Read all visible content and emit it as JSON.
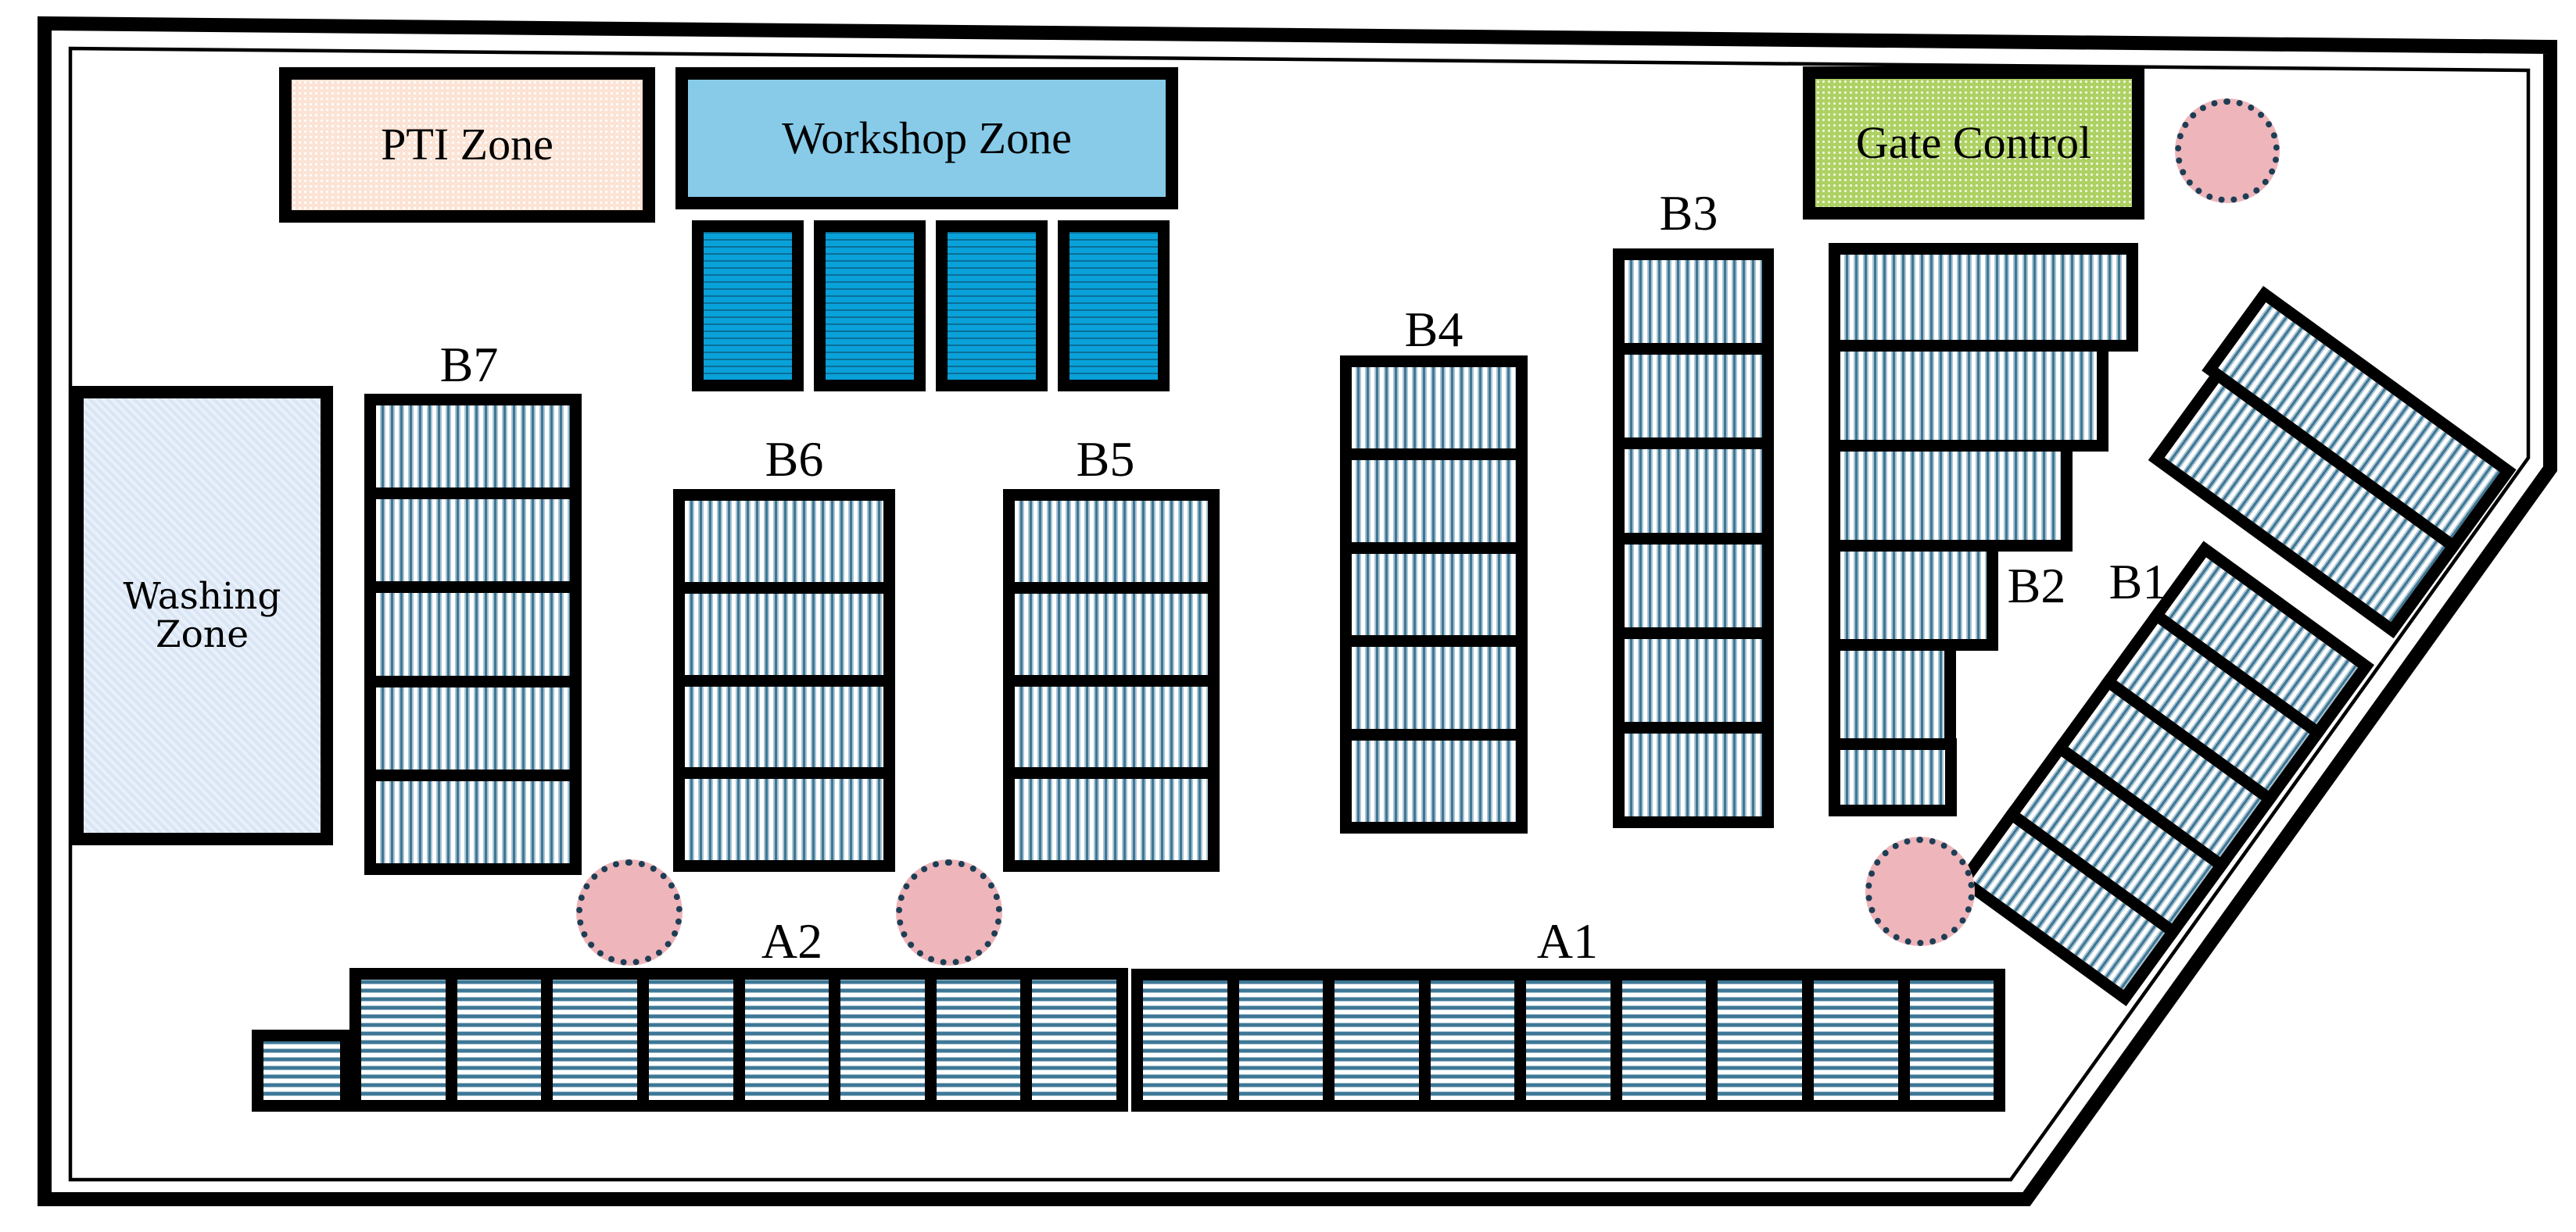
{
  "zones": {
    "pti": {
      "label": "PTI Zone",
      "fill": "#fbe3d5"
    },
    "workshop": {
      "label": "Workshop Zone",
      "fill": "#87cbe9"
    },
    "gate": {
      "label": "Gate Control",
      "fill": "#aed163"
    },
    "washing": {
      "label": "Washing Zone",
      "fill": "#dde9f6"
    }
  },
  "blocks": {
    "b7": {
      "label": "B7",
      "rows": 5
    },
    "b6": {
      "label": "B6",
      "rows": 4
    },
    "b5": {
      "label": "B5",
      "rows": 4
    },
    "b4": {
      "label": "B4",
      "rows": 5
    },
    "b3": {
      "label": "B3",
      "rows": 6
    },
    "b2": {
      "label": "B2",
      "rows": 6
    },
    "b1": {
      "label": "B1",
      "long_rows": 2,
      "short_rows": 5
    },
    "a2": {
      "label": "A2",
      "columns": 8,
      "offset_columns": 1
    },
    "a1": {
      "label": "A1",
      "columns": 9
    }
  },
  "workshop_containers": {
    "count": 4
  },
  "markers": {
    "count": 4,
    "fill": "#eeb5ba",
    "border": "#1d3e55"
  },
  "colors": {
    "stripe": "#3e7795",
    "container_blue": "#09a1d9",
    "container_line": "#0b6f97",
    "outline": "#000000"
  }
}
